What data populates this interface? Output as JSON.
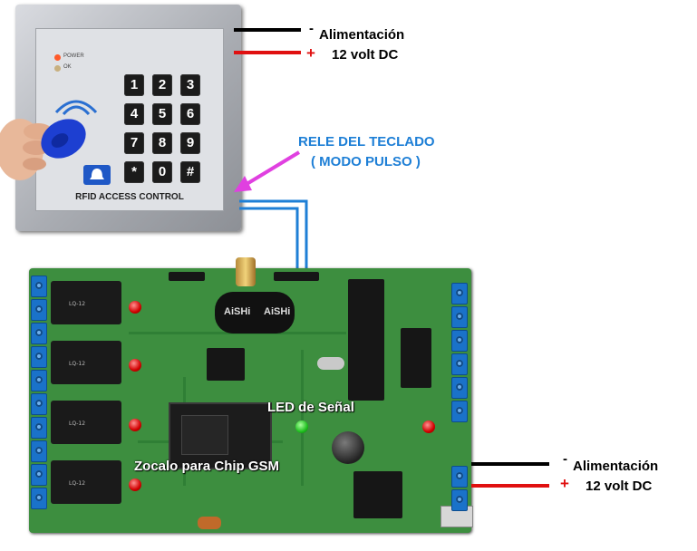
{
  "keypad": {
    "power_label": "POWER",
    "ok_label": "OK",
    "keys": [
      "1",
      "2",
      "3",
      "4",
      "5",
      "6",
      "7",
      "8",
      "9",
      "*",
      "0",
      "#"
    ],
    "footer": "RFID ACCESS CONTROL"
  },
  "labels": {
    "top_power_minus": "-",
    "top_power_name": "Alimentación",
    "top_power_plus": "+",
    "top_power_volt": "12 volt DC",
    "relay_title": "RELE DEL TECLADO",
    "relay_mode": "( MODO PULSO )",
    "led_signal": "LED de Señal",
    "gsm_socket": "Zocalo para Chip GSM",
    "bottom_power_minus": "-",
    "bottom_power_name": "Alimentación",
    "bottom_power_plus": "+",
    "bottom_power_volt": "12 volt DC"
  },
  "board": {
    "capacitor_brand": "AiSHi",
    "relay_model": "LQ-12"
  },
  "colors": {
    "wire_negative": "#000000",
    "wire_positive": "#e01010",
    "wire_relay": "#1e7fd6",
    "arrow": "#e040e0",
    "pcb": "#3d8e3f",
    "terminal": "#1a72c9"
  }
}
